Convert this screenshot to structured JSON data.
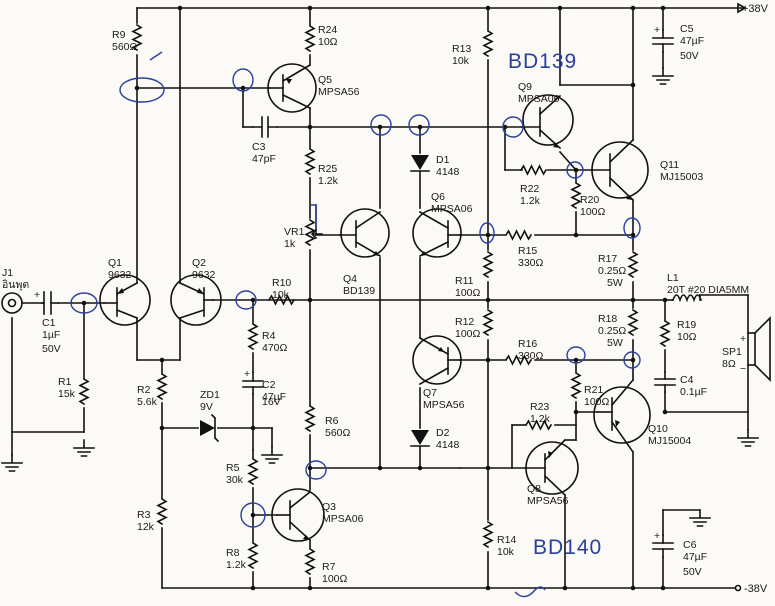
{
  "rails": {
    "pos": "+38V",
    "neg": "-38V"
  },
  "handwritten": {
    "upper": "BD139",
    "lower": "BD140"
  },
  "labels": [
    {
      "id": "R9",
      "ref": "R9",
      "val": "560Ω"
    },
    {
      "id": "R24",
      "ref": "R24",
      "val": "10Ω"
    },
    {
      "id": "Q5",
      "ref": "Q5",
      "val": "MPSA56"
    },
    {
      "id": "C3",
      "ref": "C3",
      "val": "47pF"
    },
    {
      "id": "R25",
      "ref": "R25",
      "val": "1.2k"
    },
    {
      "id": "VR1",
      "ref": "VR1",
      "val": "1k"
    },
    {
      "id": "Q4",
      "ref": "Q4",
      "val": "BD139"
    },
    {
      "id": "D1",
      "ref": "D1",
      "val": "4148"
    },
    {
      "id": "Q6",
      "ref": "Q6",
      "val": "MPSA06"
    },
    {
      "id": "R13",
      "ref": "R13",
      "val": "10k"
    },
    {
      "id": "Q9",
      "ref": "Q9",
      "val": "MPSA06"
    },
    {
      "id": "R22",
      "ref": "R22",
      "val": "1.2k"
    },
    {
      "id": "R20",
      "ref": "R20",
      "val": "100Ω"
    },
    {
      "id": "Q11",
      "ref": "Q11",
      "val": "MJ15003"
    },
    {
      "id": "C5",
      "ref": "C5",
      "val": "47µF"
    },
    {
      "id": "C5v",
      "ref": "",
      "val": "50V"
    },
    {
      "id": "R15",
      "ref": "R15",
      "val": "330Ω"
    },
    {
      "id": "R17",
      "ref": "R17",
      "val": "0.25Ω"
    },
    {
      "id": "R17w",
      "ref": "",
      "val": "5W"
    },
    {
      "id": "L1",
      "ref": "L1",
      "val": "20T #20 DIA5MM"
    },
    {
      "id": "J1",
      "ref": "J1",
      "val": "อินพุต"
    },
    {
      "id": "C1",
      "ref": "C1",
      "val": "1µF"
    },
    {
      "id": "C1v",
      "ref": "",
      "val": "50V"
    },
    {
      "id": "Q1",
      "ref": "Q1",
      "val": "9632"
    },
    {
      "id": "Q2",
      "ref": "Q2",
      "val": "9632"
    },
    {
      "id": "R10",
      "ref": "R10",
      "val": "10k"
    },
    {
      "id": "R11",
      "ref": "R11",
      "val": "100Ω"
    },
    {
      "id": "R12",
      "ref": "R12",
      "val": "100Ω"
    },
    {
      "id": "R18",
      "ref": "R18",
      "val": "0.25Ω"
    },
    {
      "id": "R18w",
      "ref": "",
      "val": "5W"
    },
    {
      "id": "R19",
      "ref": "R19",
      "val": "10Ω"
    },
    {
      "id": "SP1",
      "ref": "SP1",
      "val": "8Ω"
    },
    {
      "id": "C4",
      "ref": "C4",
      "val": "0.1µF"
    },
    {
      "id": "R4",
      "ref": "R4",
      "val": "470Ω"
    },
    {
      "id": "C2",
      "ref": "C2",
      "val": "47µF"
    },
    {
      "id": "C2v",
      "ref": "",
      "val": "16V"
    },
    {
      "id": "R16",
      "ref": "R16",
      "val": "330Ω"
    },
    {
      "id": "R21",
      "ref": "R21",
      "val": "100Ω"
    },
    {
      "id": "R1",
      "ref": "R1",
      "val": "15k"
    },
    {
      "id": "R2",
      "ref": "R2",
      "val": "5.6k"
    },
    {
      "id": "ZD1",
      "ref": "ZD1",
      "val": "9V"
    },
    {
      "id": "Q7",
      "ref": "Q7",
      "val": "MPSA56"
    },
    {
      "id": "R23",
      "ref": "R23",
      "val": "1.2k"
    },
    {
      "id": "Q10",
      "ref": "Q10",
      "val": "MJ15004"
    },
    {
      "id": "R6",
      "ref": "R6",
      "val": "560Ω"
    },
    {
      "id": "D2",
      "ref": "D2",
      "val": "4148"
    },
    {
      "id": "R5",
      "ref": "R5",
      "val": "30k"
    },
    {
      "id": "Q8",
      "ref": "Q8",
      "val": "MPSA56"
    },
    {
      "id": "R3",
      "ref": "R3",
      "val": "12k"
    },
    {
      "id": "Q3",
      "ref": "Q3",
      "val": "MPSA06"
    },
    {
      "id": "R14",
      "ref": "R14",
      "val": "10k"
    },
    {
      "id": "C6",
      "ref": "C6",
      "val": "47µF"
    },
    {
      "id": "C6v",
      "ref": "",
      "val": "50V"
    },
    {
      "id": "R8",
      "ref": "R8",
      "val": "1.2k"
    },
    {
      "id": "R7",
      "ref": "R7",
      "val": "100Ω"
    }
  ]
}
